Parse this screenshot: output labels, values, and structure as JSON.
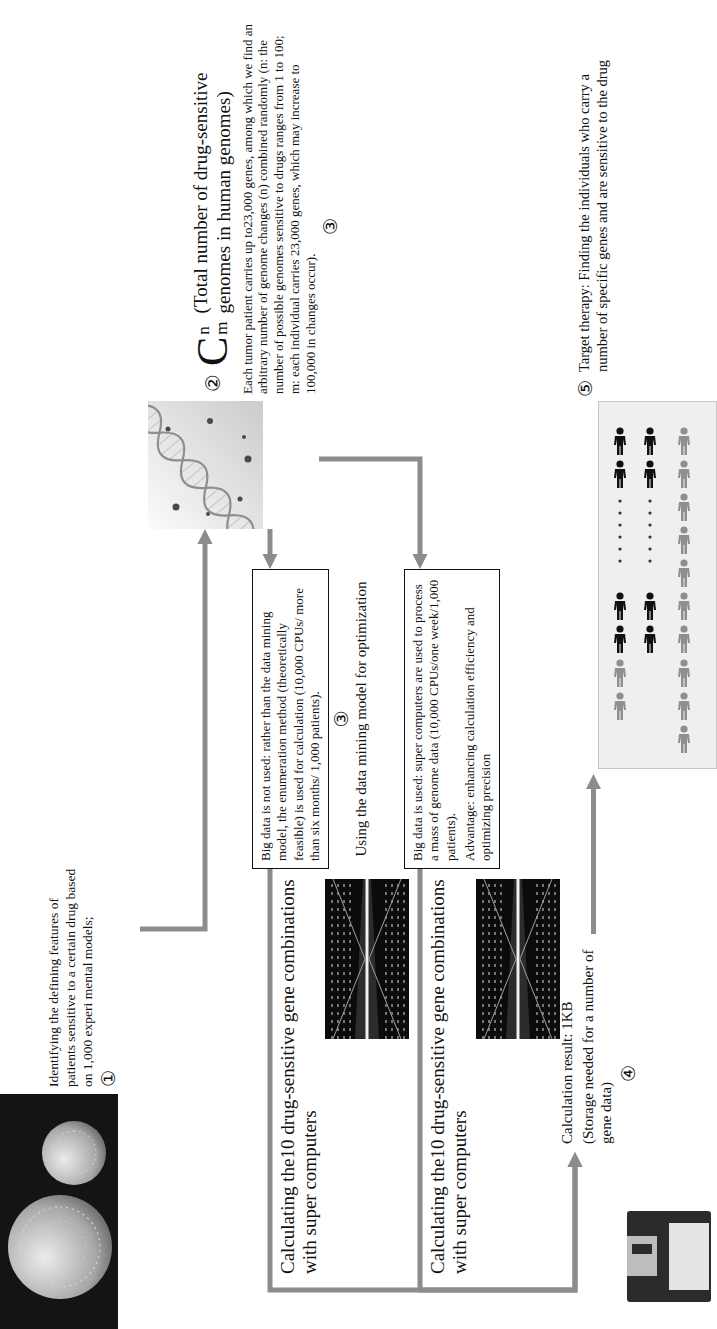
{
  "diagram": {
    "nodes": [
      {
        "text": [
          "Identifying the defining features of patients sensitive to a certain drug based on 1,000 experi mental models;"
        ]
      },
      {
        "text": [
          "C",
          "n",
          "m",
          "(Total number of drug-sensitive genomes in human genomes)",
          "Each tumor patient carries up to23,000 genes, among which we find an arbitrary number of genome changes (n) combined randomly (n: the number of possible genomes sensitive to drugs ranges from 1 to 100; m: each individual carries 23,000 genes, which may increase to 100,000 in changes occur)."
        ]
      },
      {
        "text": [
          "Big data is not used: rather than the data mining model, the enumeration method (theoretically feasible) is used for calculation (10,000 CPUs/ more than six months/ 1,000 patients)."
        ]
      },
      {
        "text": [
          "Big data is used: super computers are used to process a mass of genome data (10,000 CPUs/one week/1,000 patients).",
          "Advantage: enhancing calculation efficiency and optimizing precision"
        ]
      },
      {
        "text": [
          "Calculation result: 1KB",
          "(Storage needed for a number of gene data)"
        ]
      },
      {
        "text": [
          "Target therapy: Finding the individuals who carry a number of specific genes and are sensitive to the drug"
        ]
      }
    ],
    "edges": [
      {
        "from": 0,
        "to": 1,
        "arrow": "to"
      },
      {
        "from": 1,
        "to": 2,
        "arrow": "to"
      },
      {
        "from": 1,
        "to": 3,
        "arrow": "to"
      },
      {
        "from": 2,
        "to": 4,
        "arrow": "to"
      },
      {
        "from": 3,
        "to": 4,
        "arrow": "to"
      },
      {
        "from": 4,
        "to": 5,
        "arrow": "to"
      }
    ],
    "labels": [
      "①",
      "②",
      "③",
      "③",
      "Using the data mining model for optimization",
      "Calculating the10 drug-sensitive gene combinations with super computers",
      "Calculating the10 drug-sensitive gene combinations with super computers",
      "④",
      "⑤"
    ]
  }
}
